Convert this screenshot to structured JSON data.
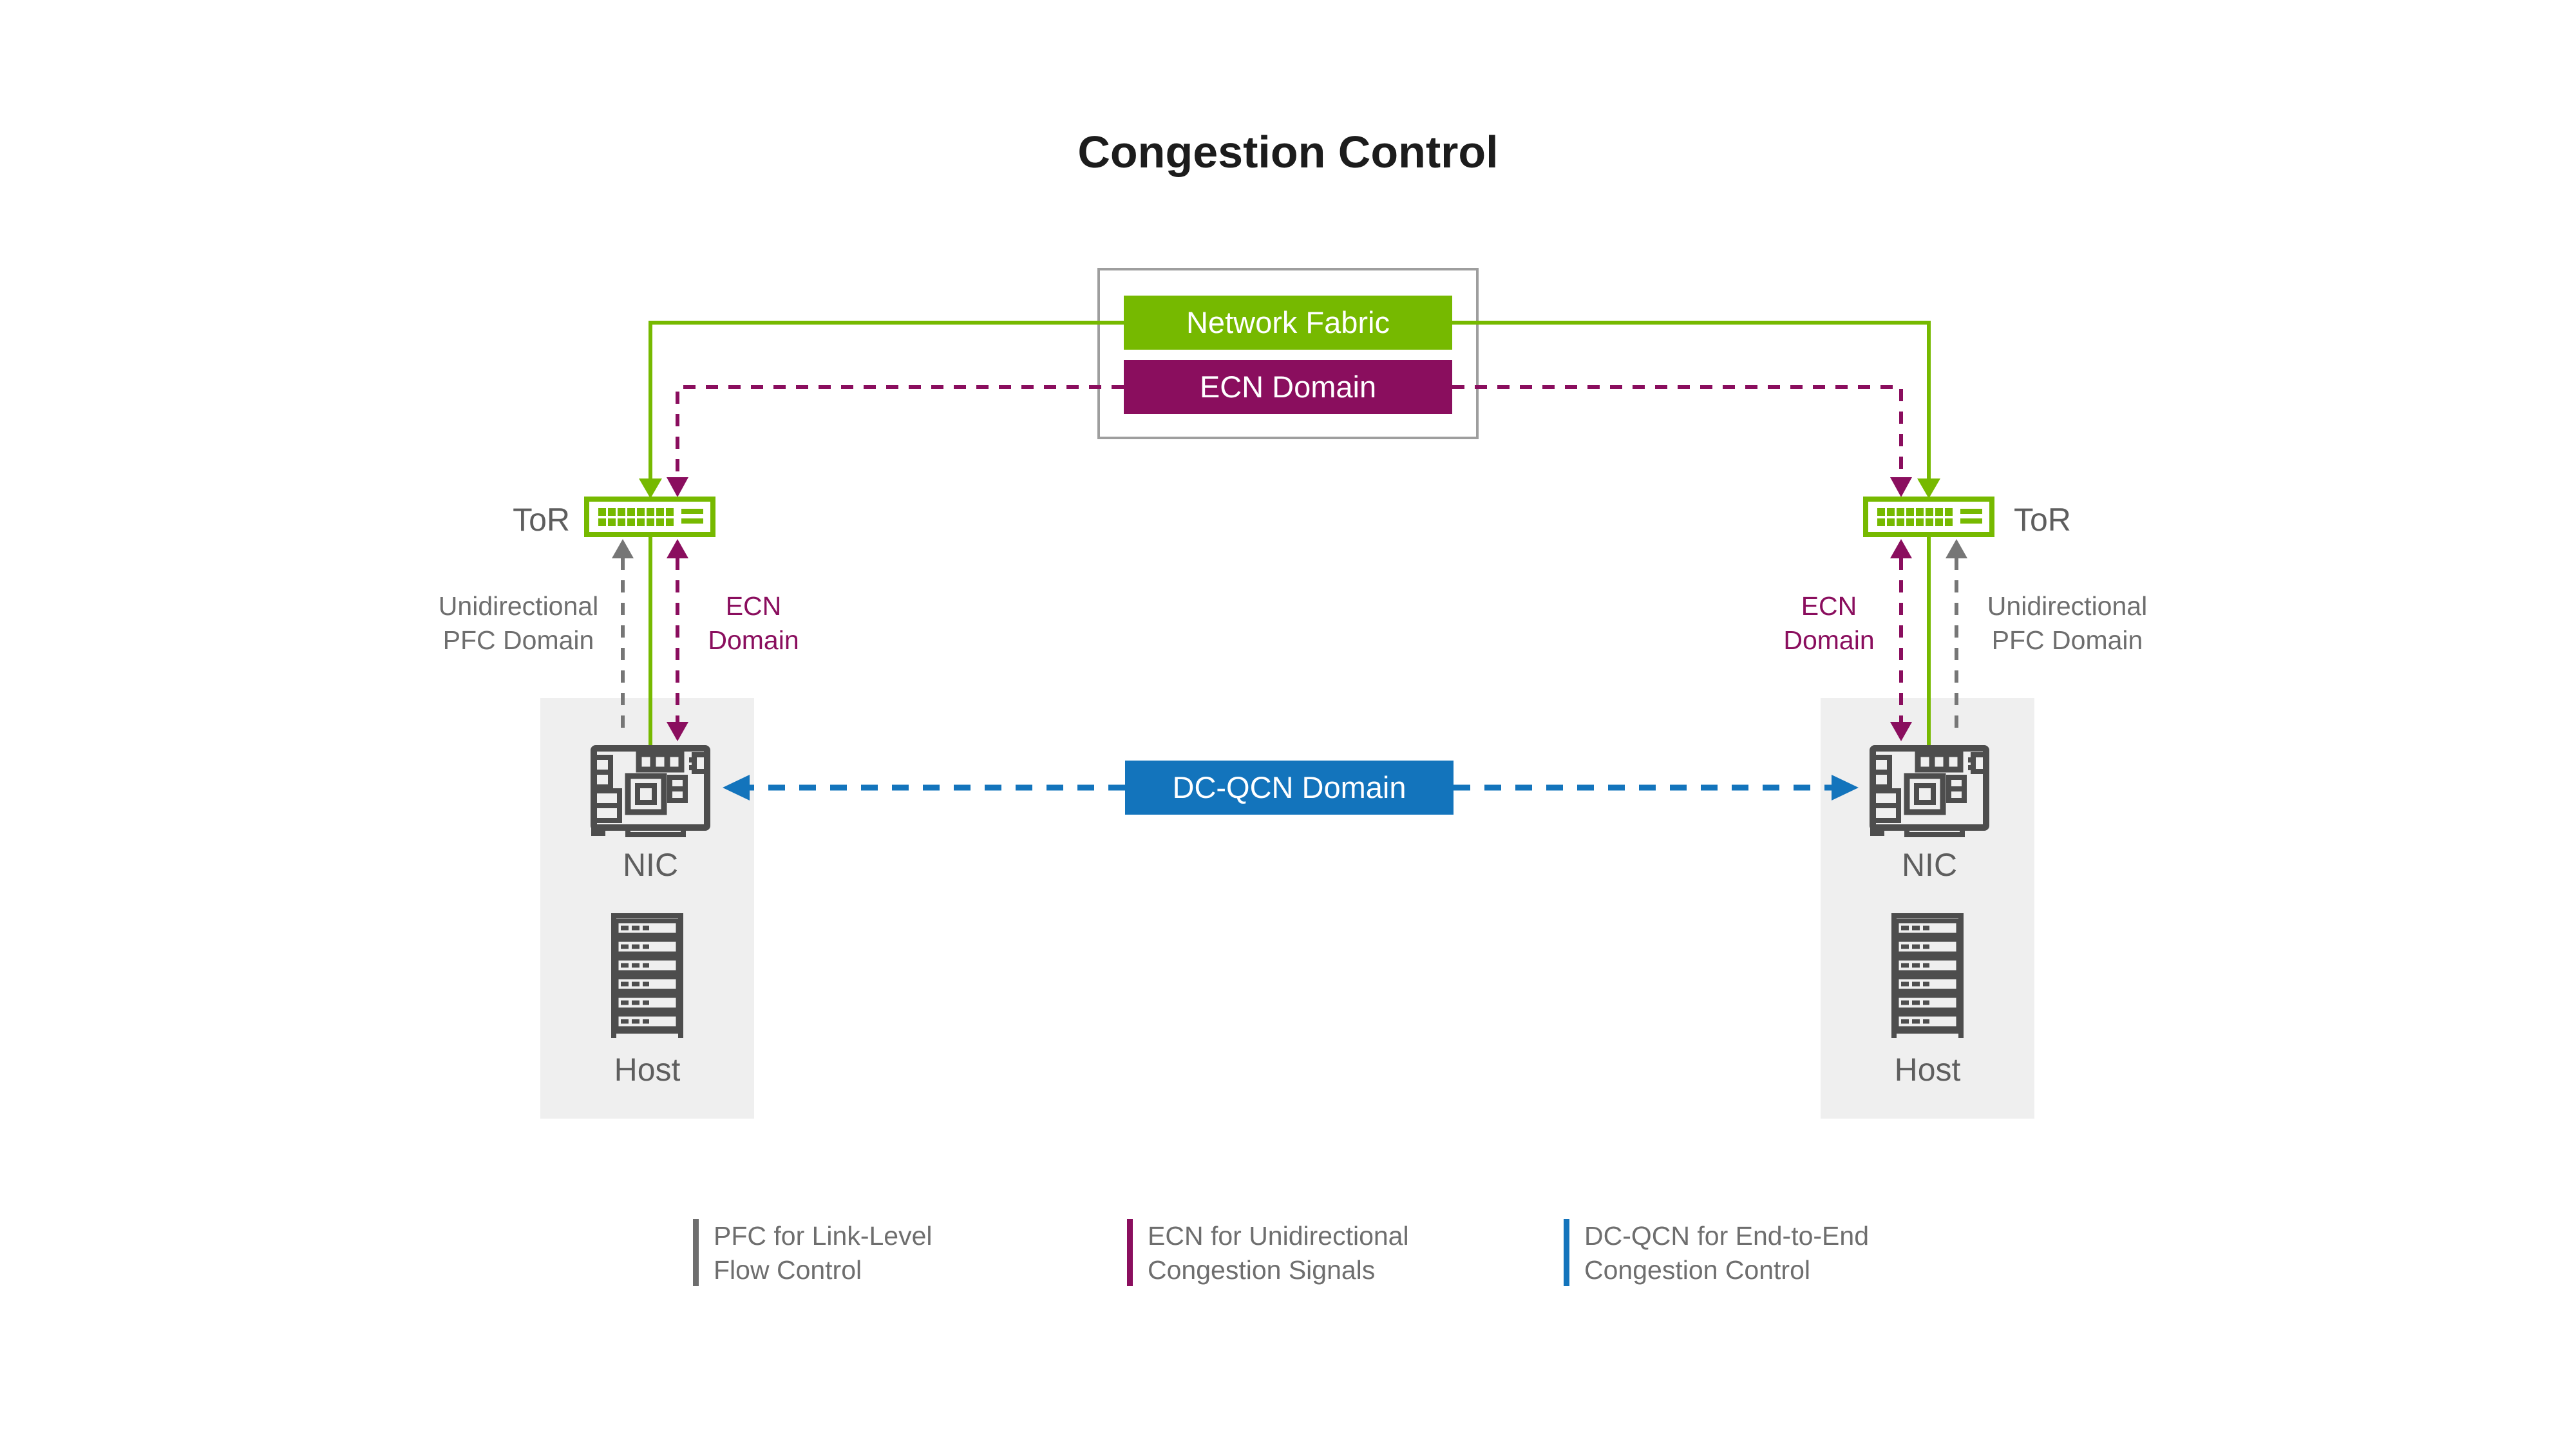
{
  "title": "Congestion Control",
  "fabric_box": {
    "network_fabric_label": "Network Fabric",
    "ecn_domain_label": "ECN Domain"
  },
  "dcqcn_label": "DC-QCN Domain",
  "left": {
    "tor_label": "ToR",
    "pfc_label_line1": "Unidirectional",
    "pfc_label_line2": "PFC Domain",
    "ecn_label_line1": "ECN",
    "ecn_label_line2": "Domain",
    "nic_label": "NIC",
    "host_label": "Host"
  },
  "right": {
    "tor_label": "ToR",
    "pfc_label_line1": "Unidirectional",
    "pfc_label_line2": "PFC Domain",
    "ecn_label_line1": "ECN",
    "ecn_label_line2": "Domain",
    "nic_label": "NIC",
    "host_label": "Host"
  },
  "legend": {
    "items": [
      {
        "line1": "PFC for Link-Level",
        "line2": "Flow Control",
        "color": "#6e6e6e"
      },
      {
        "line1": "ECN for Unidirectional",
        "line2": "Congestion Signals",
        "color": "#8a0e5e"
      },
      {
        "line1": "DC-QCN for End-to-End",
        "line2": "Congestion Control",
        "color": "#1374bc"
      }
    ]
  },
  "colors": {
    "green": "#76b900",
    "magenta": "#8a0e5e",
    "blue": "#1374bc",
    "gray_line": "#767676",
    "text_gray": "#6e6e6e",
    "node_label_gray": "#5e5e5e",
    "icon_gray": "#4d4d4d",
    "panel_gray": "#efefef",
    "fabric_border_gray": "#9e9e9e",
    "title_black": "#1c1c1c"
  }
}
